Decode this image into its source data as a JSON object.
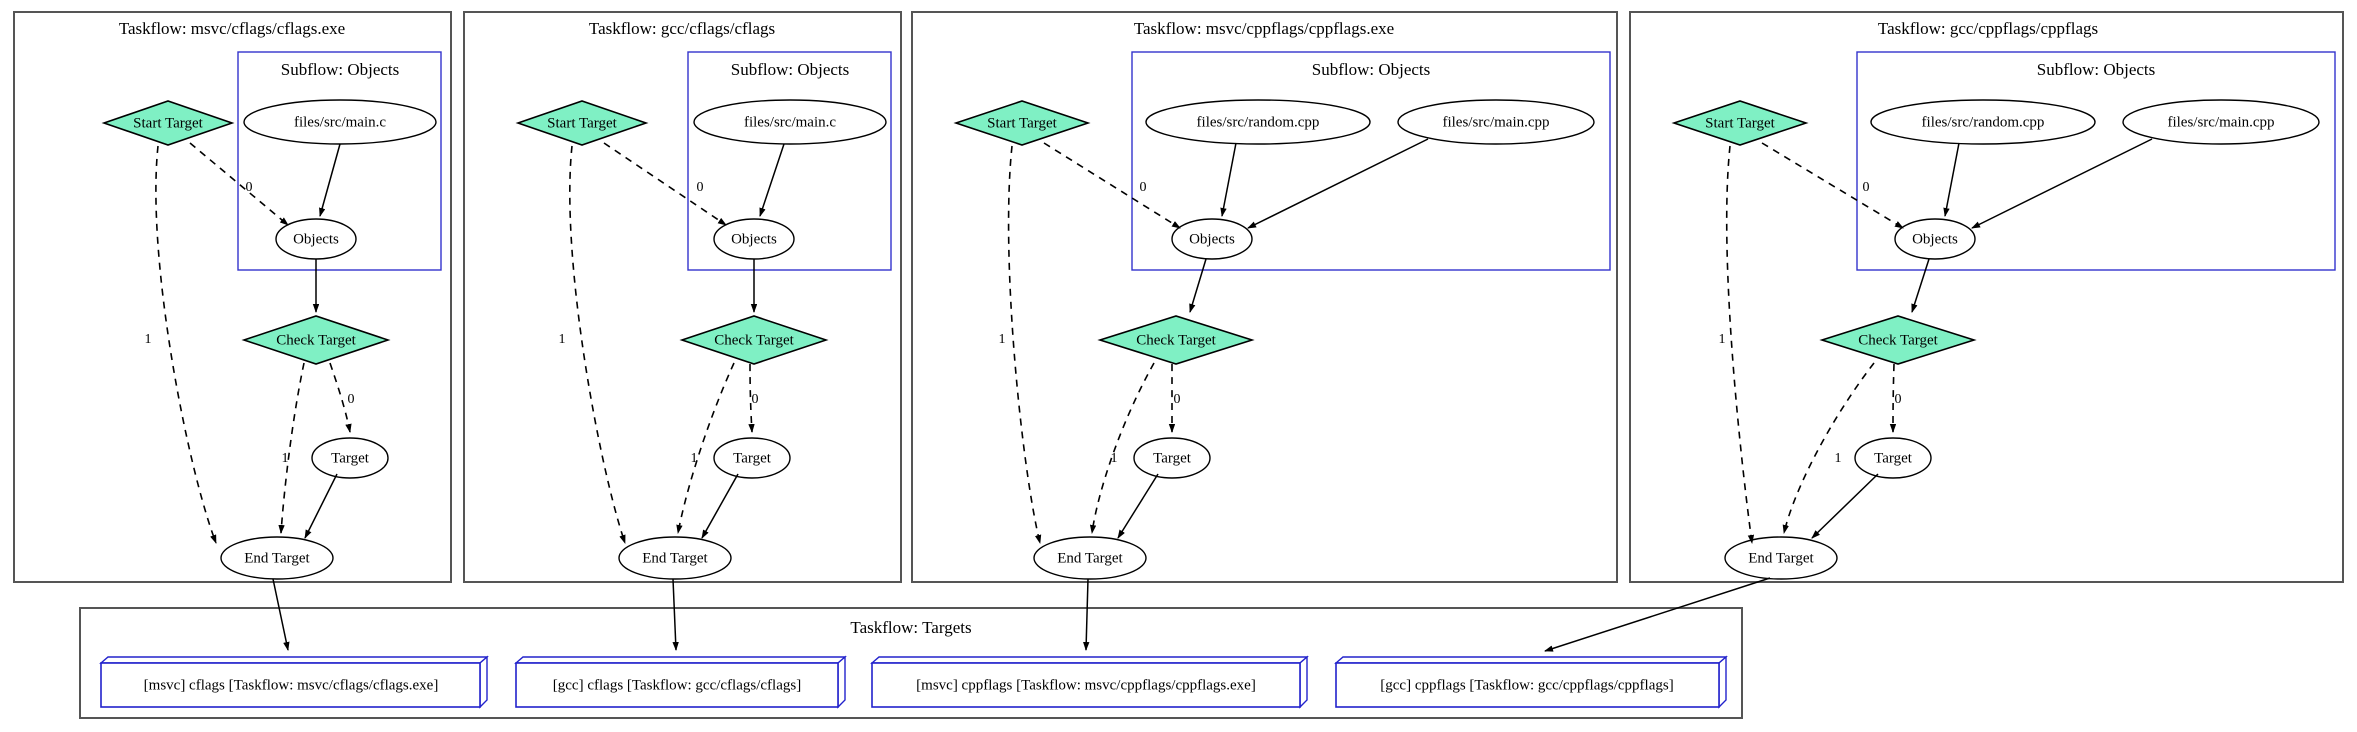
{
  "diagram": {
    "type": "taskflow-graph",
    "title": "Taskflow dependency graph",
    "colors": {
      "diamond_fill": "#7ff0c4",
      "cluster_stroke": "#555555",
      "subflow_stroke": "#3333cc",
      "box3d_stroke": "#2222cc",
      "node_fill": "#ffffff",
      "background": "#ffffff"
    },
    "clusters": [
      {
        "id": "tf0",
        "label": "Taskflow: msvc/cflags/cflags.exe",
        "subflow_label": "Subflow: Objects",
        "nodes": {
          "start": "Start Target",
          "check": "Check Target",
          "target": "Target",
          "end": "End Target",
          "objects": "Objects"
        },
        "files": [
          "files/src/main.c"
        ],
        "edge_labels": {
          "start_to_objects": "0",
          "start_to_end": "1",
          "check_to_target": "0",
          "check_to_end": "1"
        }
      },
      {
        "id": "tf1",
        "label": "Taskflow: gcc/cflags/cflags",
        "subflow_label": "Subflow: Objects",
        "nodes": {
          "start": "Start Target",
          "check": "Check Target",
          "target": "Target",
          "end": "End Target",
          "objects": "Objects"
        },
        "files": [
          "files/src/main.c"
        ],
        "edge_labels": {
          "start_to_objects": "0",
          "start_to_end": "1",
          "check_to_target": "0",
          "check_to_end": "1"
        }
      },
      {
        "id": "tf2",
        "label": "Taskflow: msvc/cppflags/cppflags.exe",
        "subflow_label": "Subflow: Objects",
        "nodes": {
          "start": "Start Target",
          "check": "Check Target",
          "target": "Target",
          "end": "End Target",
          "objects": "Objects"
        },
        "files": [
          "files/src/random.cpp",
          "files/src/main.cpp"
        ],
        "edge_labels": {
          "start_to_objects": "0",
          "start_to_end": "1",
          "check_to_target": "0",
          "check_to_end": "1"
        }
      },
      {
        "id": "tf3",
        "label": "Taskflow: gcc/cppflags/cppflags",
        "subflow_label": "Subflow: Objects",
        "nodes": {
          "start": "Start Target",
          "check": "Check Target",
          "target": "Target",
          "end": "End Target",
          "objects": "Objects"
        },
        "files": [
          "files/src/random.cpp",
          "files/src/main.cpp"
        ],
        "edge_labels": {
          "start_to_objects": "0",
          "start_to_end": "1",
          "check_to_target": "0",
          "check_to_end": "1"
        }
      }
    ],
    "targets_cluster": {
      "label": "Taskflow: Targets",
      "boxes": [
        "[msvc] cflags [Taskflow: msvc/cflags/cflags.exe]",
        "[gcc] cflags [Taskflow: gcc/cflags/cflags]",
        "[msvc] cppflags [Taskflow: msvc/cppflags/cppflags.exe]",
        "[gcc] cppflags [Taskflow: gcc/cppflags/cppflags]"
      ]
    }
  }
}
